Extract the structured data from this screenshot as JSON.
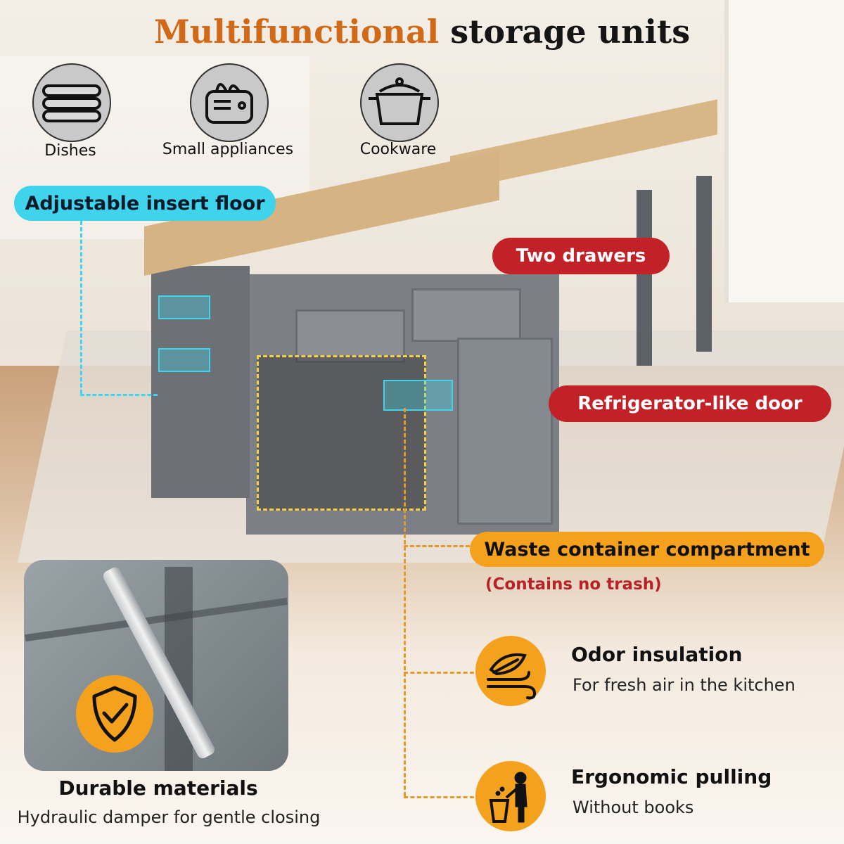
{
  "title": {
    "part1": "Multifunctional",
    "part2": "storage units"
  },
  "storage_icons": [
    {
      "label": "Dishes",
      "icon": "dishes-icon"
    },
    {
      "label": "Small appliances",
      "icon": "toaster-icon"
    },
    {
      "label": "Cookware",
      "icon": "pot-icon"
    }
  ],
  "callouts": {
    "insert_floor": "Adjustable insert floor",
    "two_drawers": "Two drawers",
    "fridge_door": "Refrigerator-like door",
    "waste": "Waste container compartment",
    "waste_note": "(Contains no trash)"
  },
  "features": [
    {
      "title": "Odor insulation",
      "subtitle": "For fresh air in the kitchen",
      "icon": "leaf-wind-icon"
    },
    {
      "title": "Ergonomic pulling",
      "subtitle": "Without books",
      "icon": "trash-can-person-icon"
    }
  ],
  "durable": {
    "title": "Durable materials",
    "subtitle": "Hydraulic damper for gentle closing",
    "icon": "shield-check-icon"
  },
  "colors": {
    "orange": "#f4a11d",
    "red": "#c12127",
    "cyan": "#40d3ec",
    "cabinet": "#7c8086"
  }
}
